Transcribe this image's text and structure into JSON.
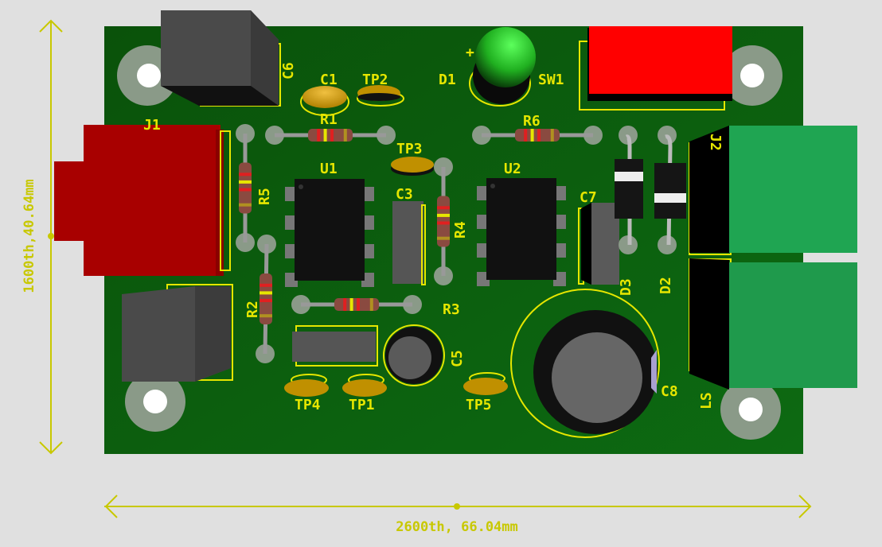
{
  "dimensions": {
    "height_label": "1600th,40.64mm",
    "width_label": "2600th, 66.04mm"
  },
  "designators": {
    "c6": "C6",
    "c1": "C1",
    "tp2": "TP2",
    "d1": "D1",
    "sw1": "SW1",
    "j1": "J1",
    "r1": "R1",
    "tp3": "TP3",
    "r6": "R6",
    "j2": "J2",
    "u1": "U1",
    "u2": "U2",
    "r5": "R5",
    "c3": "C3",
    "c7": "C7",
    "r4": "R4",
    "d3": "D3",
    "d2": "D2",
    "r2": "R2",
    "r3": "R3",
    "c5": "C5",
    "tp4": "TP4",
    "tp1": "TP1",
    "tp5": "TP5",
    "c8": "C8",
    "ls": "LS",
    "d1_plus": "+"
  },
  "colors": {
    "board": "#0b5a0b",
    "silkscreen": "#e6e600",
    "background": "#e0e0e0",
    "connector_red": "#b00000",
    "switch_red": "#ff0000",
    "terminal_green": "#1fa050",
    "led_green": "#30e030"
  }
}
